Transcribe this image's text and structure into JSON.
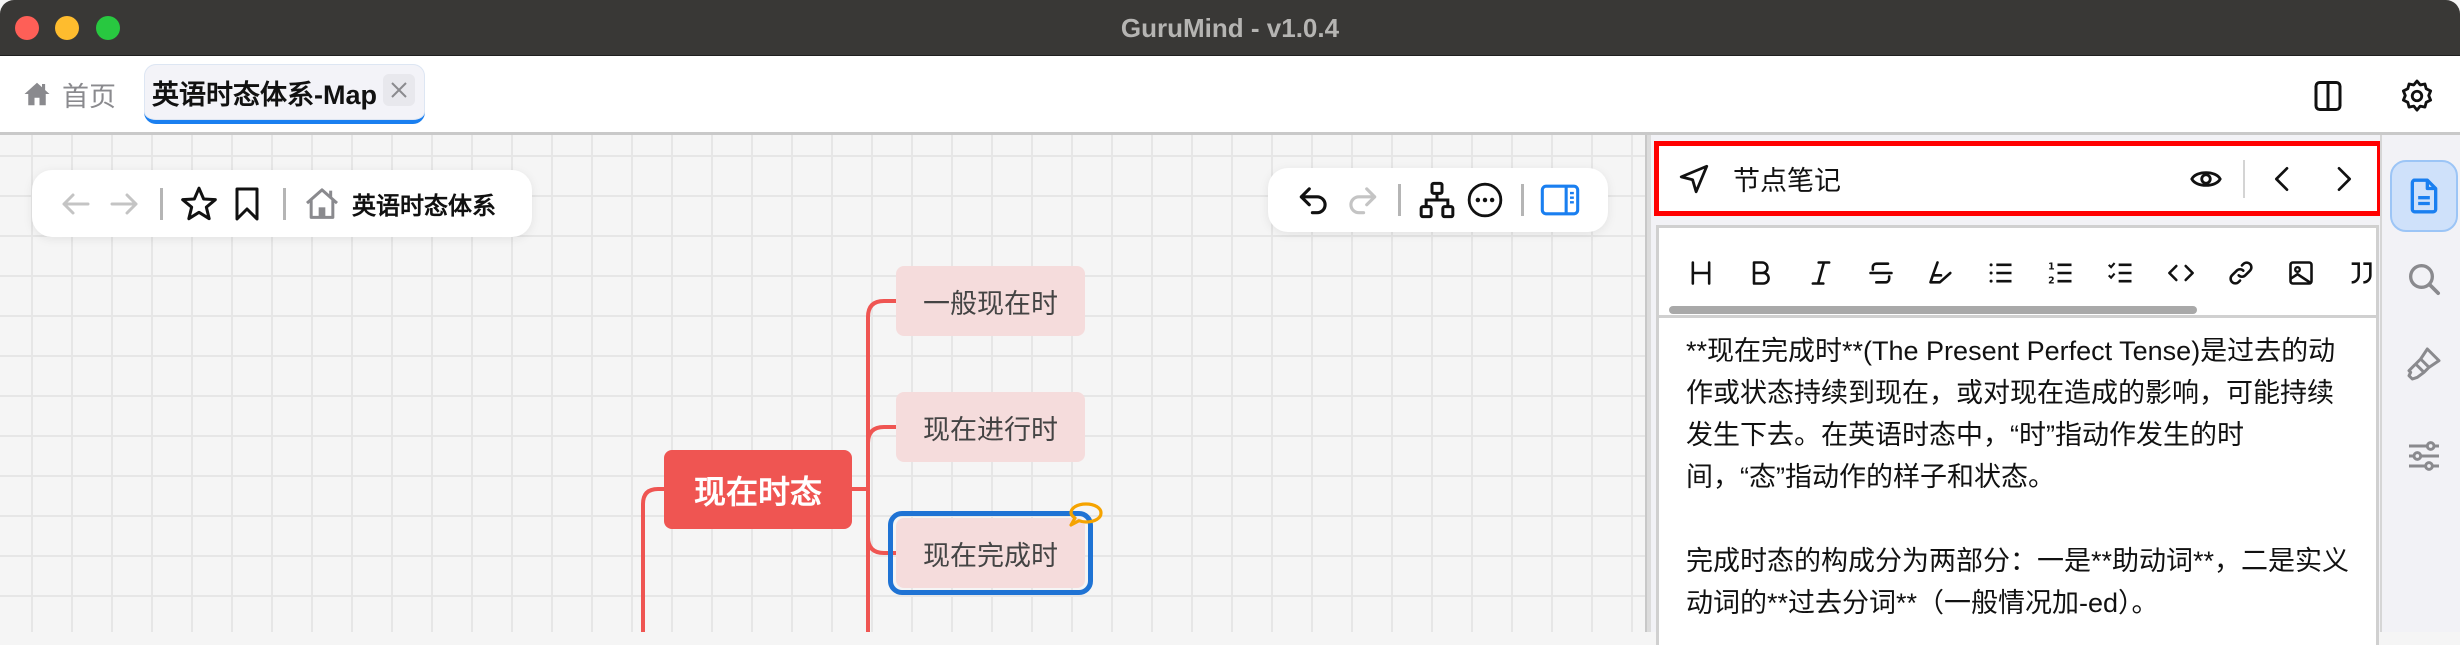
{
  "window": {
    "title": "GuruMind - v1.0.4"
  },
  "header": {
    "home_label": "首页",
    "tabs": [
      {
        "label": "英语时态体系-Map",
        "active": true
      }
    ],
    "icons": [
      "split-view-icon",
      "gear-icon"
    ]
  },
  "canvas_toolbar_left": {
    "breadcrumb": "英语时态体系",
    "icons": [
      "back-arrow-icon",
      "forward-arrow-icon",
      "star-icon",
      "bookmark-icon",
      "home-icon"
    ]
  },
  "canvas_toolbar_right": {
    "icons": [
      "undo-icon",
      "redo-icon",
      "structure-icon",
      "more-icon",
      "outline-panel-icon"
    ]
  },
  "mindmap": {
    "root": {
      "label": "现在时态",
      "color": "#EF5552"
    },
    "children": [
      {
        "label": "一般现在时"
      },
      {
        "label": "现在进行时"
      },
      {
        "label": "现在完成时",
        "selected": true,
        "has_note": true
      }
    ],
    "line_color": "#EF5552",
    "selection_color": "#1F73D4",
    "note_badge_color": "#F5A300"
  },
  "note_panel": {
    "title": "节点笔记",
    "toolbar": [
      "H",
      "B",
      "I",
      "S",
      "highlight",
      "bullet-list",
      "ordered-list",
      "task-list",
      "code",
      "link",
      "image",
      "quote"
    ],
    "content": {
      "p1": "**现在完成时**(The Present Perfect Tense)是过去的动作或状态持续到现在，或对现在造成的影响，可能持续发生下去。在英语时态中，“时”指动作发生的时间，“态”指动作的样子和状态。",
      "p2": "完成时态的构成分为两部分：一是**助动词**，二是实义动词的**过去分词**（一般情况加-ed）。"
    }
  },
  "right_rail": {
    "items": [
      "note-icon",
      "search-icon",
      "brush-icon",
      "sliders-icon"
    ],
    "active": "note-icon",
    "accent": "#1A7FF0"
  }
}
